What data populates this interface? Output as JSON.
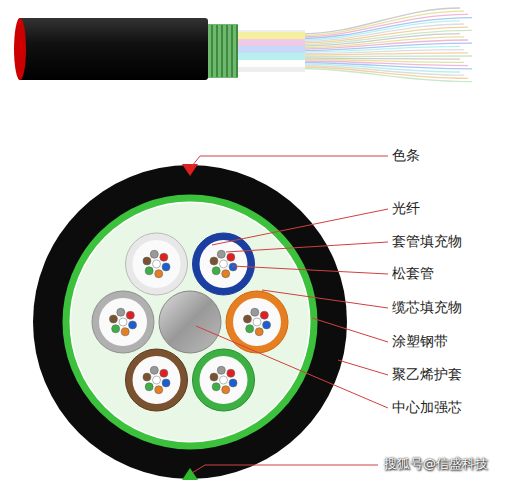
{
  "diagram": {
    "labels": [
      "色条",
      "光纤",
      "套管填充物",
      "松套管",
      "缆芯填充物",
      "涂塑钢带",
      "聚乙烯护套",
      "中心加强芯",
      "搜狐号@信盛科技"
    ]
  }
}
